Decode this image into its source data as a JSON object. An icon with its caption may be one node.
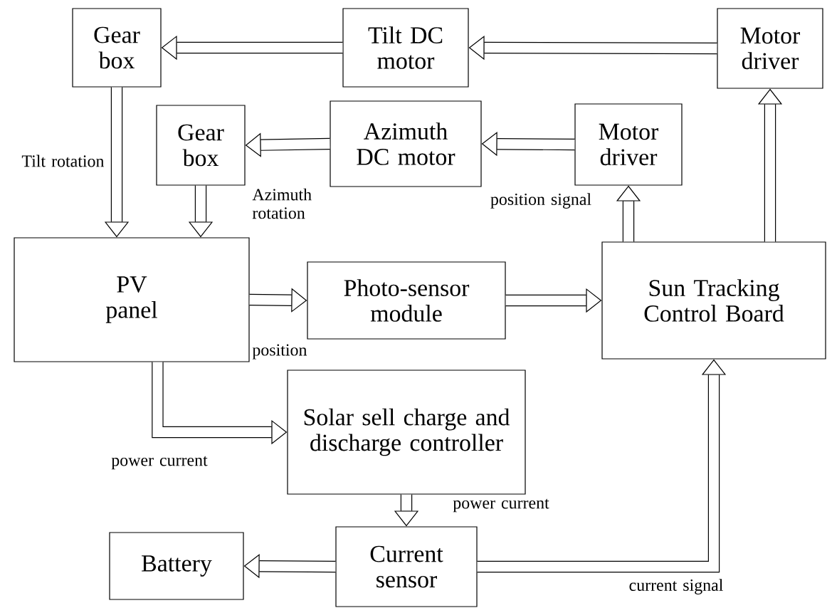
{
  "diagram": {
    "nodes": [
      {
        "text": [
          "Gear box"
        ]
      },
      {
        "text": [
          "Tilt DC motor"
        ]
      },
      {
        "text": [
          "Motor driver"
        ]
      },
      {
        "text": [
          "Gear box"
        ]
      },
      {
        "text": [
          "Azimuth DC motor"
        ]
      },
      {
        "text": [
          "Motor driver"
        ]
      },
      {
        "text": [
          "PV panel"
        ]
      },
      {
        "text": [
          "Photo-sensor module"
        ]
      },
      {
        "text": [
          "Sun Tracking Control Board"
        ]
      },
      {
        "text": [
          "Solar sell charge and discharge controller"
        ]
      },
      {
        "text": [
          "Battery"
        ]
      },
      {
        "text": [
          "Current sensor"
        ]
      }
    ],
    "edges": [
      {
        "from": 2,
        "to": 1,
        "arrow": "to"
      },
      {
        "from": 1,
        "to": 0,
        "arrow": "to"
      },
      {
        "from": 5,
        "to": 4,
        "arrow": "to"
      },
      {
        "from": 4,
        "to": 3,
        "arrow": "to"
      },
      {
        "from": 0,
        "to": 6,
        "arrow": "to",
        "label": "Tilt rotation"
      },
      {
        "from": 3,
        "to": 6,
        "arrow": "to",
        "label": "Azimuth rotation"
      },
      {
        "from": 6,
        "to": 7,
        "arrow": "to",
        "label": "position"
      },
      {
        "from": 7,
        "to": 8,
        "arrow": "to"
      },
      {
        "from": 8,
        "to": 5,
        "arrow": "to",
        "label": "position signal"
      },
      {
        "from": 8,
        "to": 2,
        "arrow": "to"
      },
      {
        "from": 6,
        "to": 9,
        "arrow": "to",
        "label": "power current"
      },
      {
        "from": 9,
        "to": 11,
        "arrow": "to",
        "label": "power current"
      },
      {
        "from": 11,
        "to": 10,
        "arrow": "to"
      },
      {
        "from": 11,
        "to": 8,
        "arrow": "to",
        "label": "current signal"
      }
    ]
  }
}
